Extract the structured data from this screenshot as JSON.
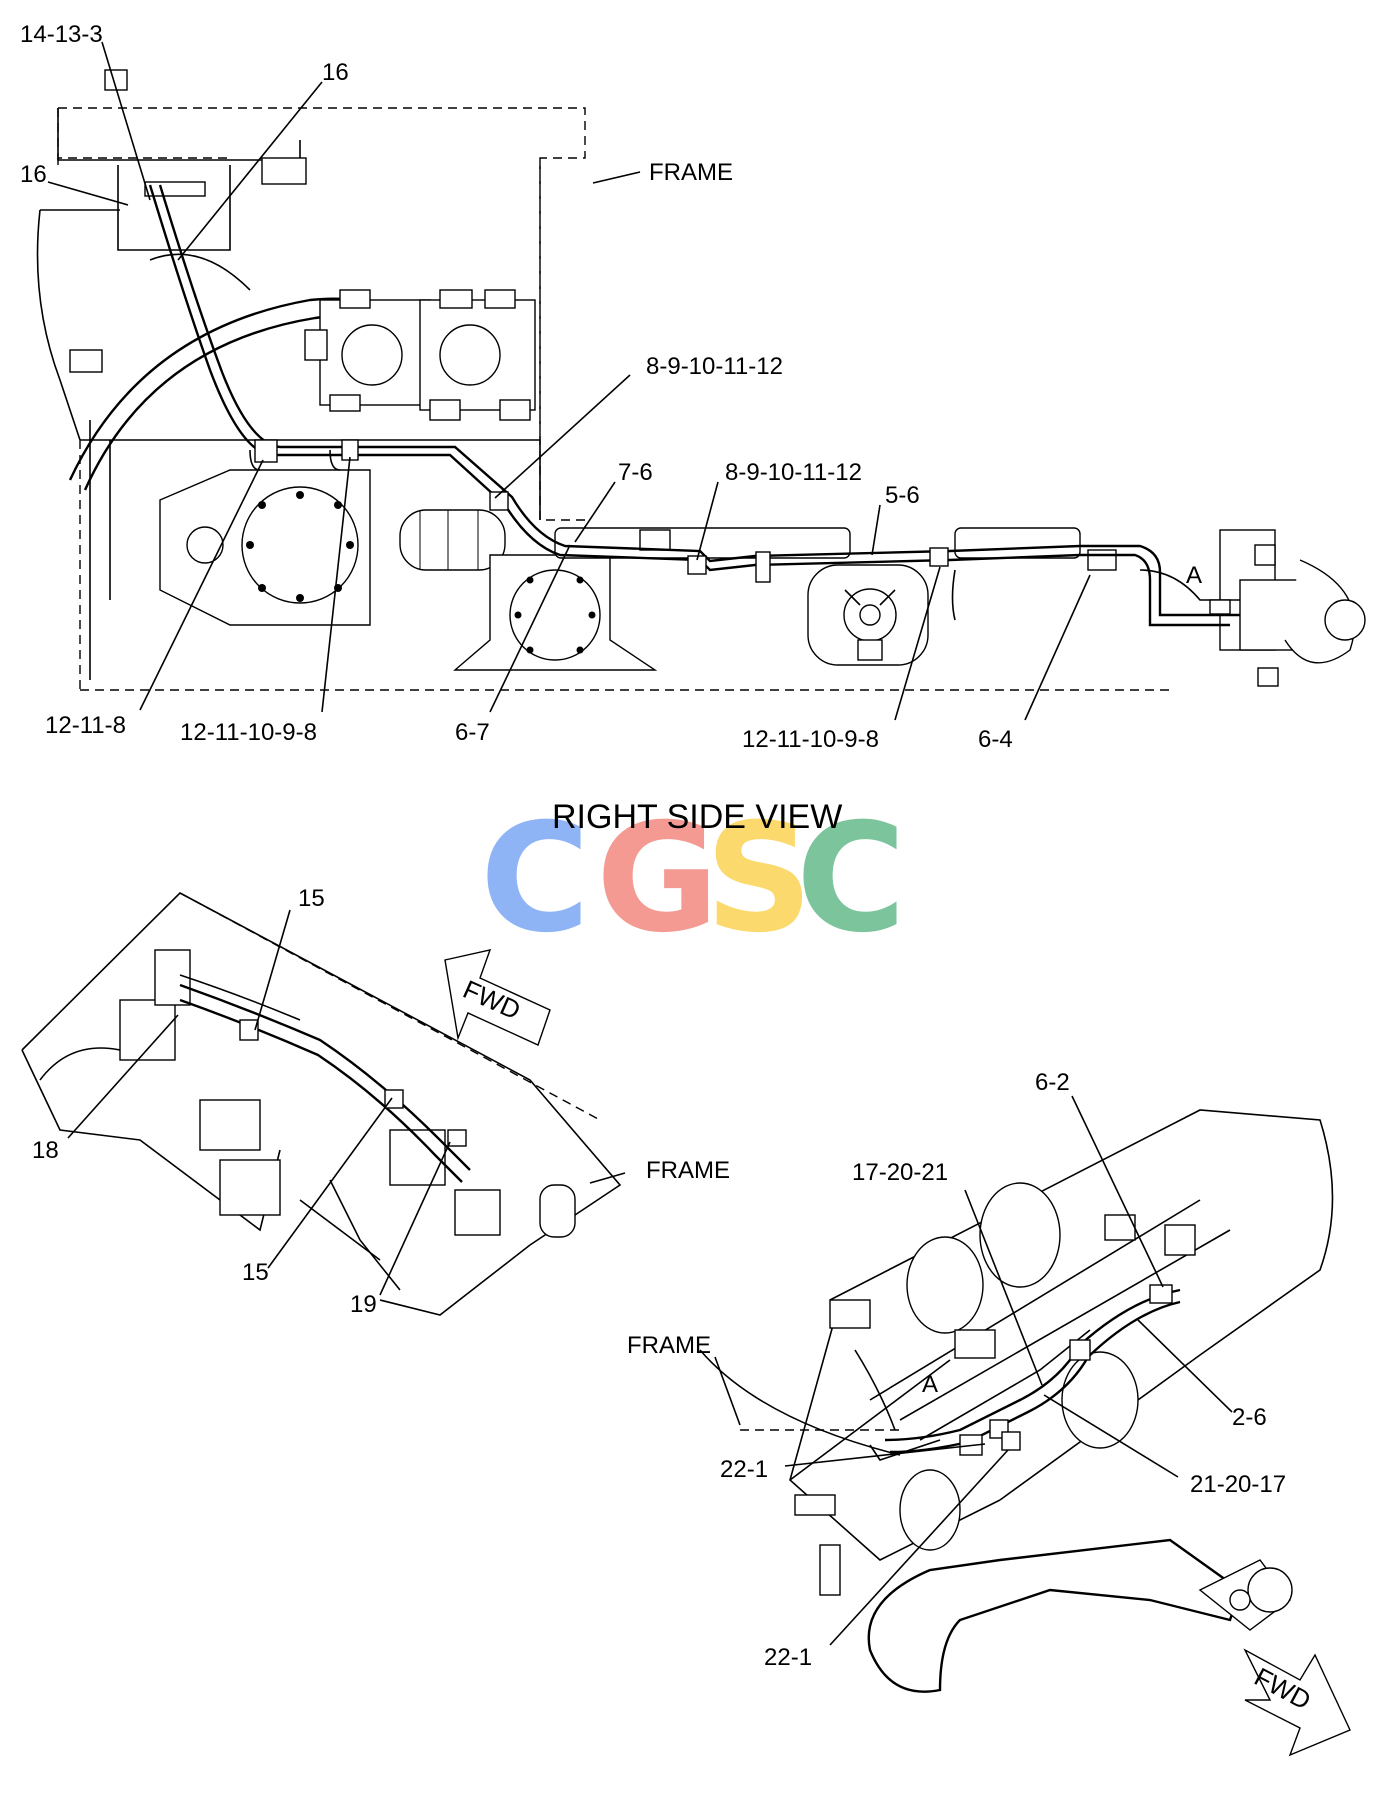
{
  "title": "RIGHT SIDE VIEW",
  "watermark": {
    "letters": [
      "C",
      "G",
      "S",
      "C"
    ],
    "colors": [
      "#8fb4f5",
      "#f49a92",
      "#fbd96d",
      "#7cc49c"
    ]
  },
  "direction_labels": {
    "top_arrow": "FWD",
    "bottom_arrow": "FWD"
  },
  "frame_labels": {
    "top": "FRAME",
    "middle": "FRAME",
    "bottom": "FRAME"
  },
  "view_marker": "A",
  "callouts": {
    "c1": "14-13-3",
    "c2": "16",
    "c3": "16",
    "c4": "8-9-10-11-12",
    "c5": "7-6",
    "c6": "8-9-10-11-12",
    "c7": "5-6",
    "c8": "12-11-8",
    "c9": "12-11-10-9-8",
    "c10": "6-7",
    "c11": "12-11-10-9-8",
    "c12": "6-4",
    "c13": "15",
    "c14": "18",
    "c15": "15",
    "c16": "19",
    "c17": "6-2",
    "c18": "17-20-21",
    "c19": "2-6",
    "c20": "21-20-17",
    "c21": "22-1",
    "c22": "22-1"
  }
}
